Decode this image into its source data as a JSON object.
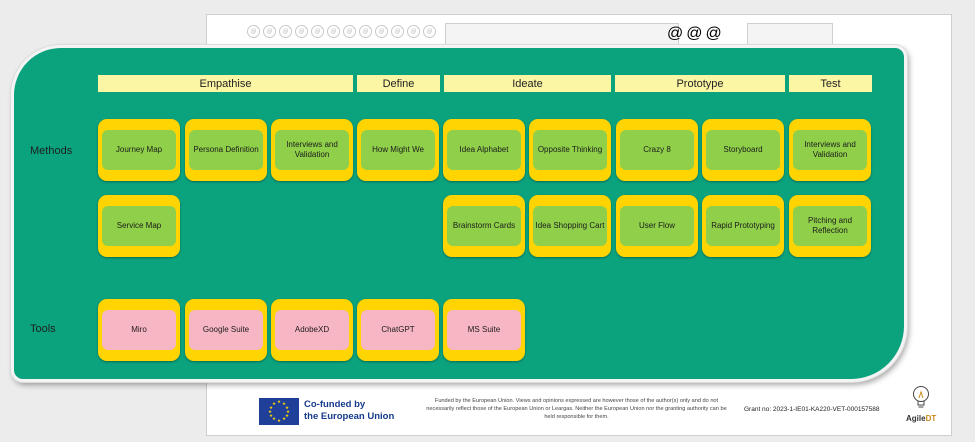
{
  "phases": [
    "Empathise",
    "Define",
    "Ideate",
    "Prototype",
    "Test"
  ],
  "row_labels": {
    "methods": "Methods",
    "tools": "Tools"
  },
  "methods_row1": [
    "Journey Map",
    "Persona Definition",
    "Interviews and Validation",
    "How Might We",
    "Idea Alphabet",
    "Opposite Thinking",
    "Crazy 8",
    "Storyboard",
    "Interviews and Validation"
  ],
  "methods_row2": [
    "Service Map",
    "Brainstorm Cards",
    "Idea Shopping Cart",
    "User Flow",
    "Rapid Prototyping",
    "Pitching and Reflection"
  ],
  "tools": [
    "Miro",
    "Google Suite",
    "AdobeXD",
    "ChatGPT",
    "MS Suite"
  ],
  "footer": {
    "eu_line1": "Co-funded by",
    "eu_line2": "the European Union",
    "disclaimer": "Funded by the European Union. Views and opinions expressed are however those of the author(s) only and do not necessarily reflect those of the European Union or Leargas. Neither the European Union nor the granting authority can be held responsible for them.",
    "grant": "Grant no: 2023-1-IE01-KA220-VET-000157588",
    "brand_a": "Agile",
    "brand_b": "DT"
  },
  "colors": {
    "panel": "#0ba37e",
    "phase_header": "#fbf6a4",
    "card_frame": "#ffd400",
    "method_card": "#8fcf4a",
    "tool_card": "#f7b6c4"
  }
}
